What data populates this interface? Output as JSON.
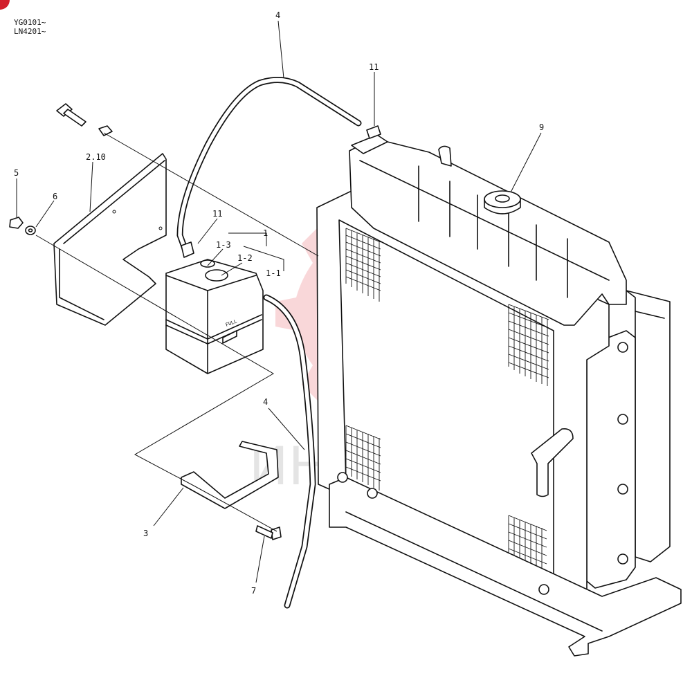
{
  "serial_codes": [
    "YG0101~",
    "LN4201~"
  ],
  "watermark": {
    "text": "ИНТЕХ",
    "color": "#f2a8ad"
  },
  "corner_badge_color": "#d21e2b",
  "callouts": {
    "hose_upper": "4",
    "hose_lower": "4",
    "clamp_top": "11",
    "clamp_tank": "11",
    "radiator_cap": "9",
    "bracket": "2.10",
    "nut": "5",
    "washer": "6",
    "reserve_tank": "1",
    "tank_cap": "1-3",
    "tank_cap_seal": "1-2",
    "tank_body": "1-1",
    "band": "3",
    "bolt": "7"
  },
  "tank_marking": "FULL"
}
